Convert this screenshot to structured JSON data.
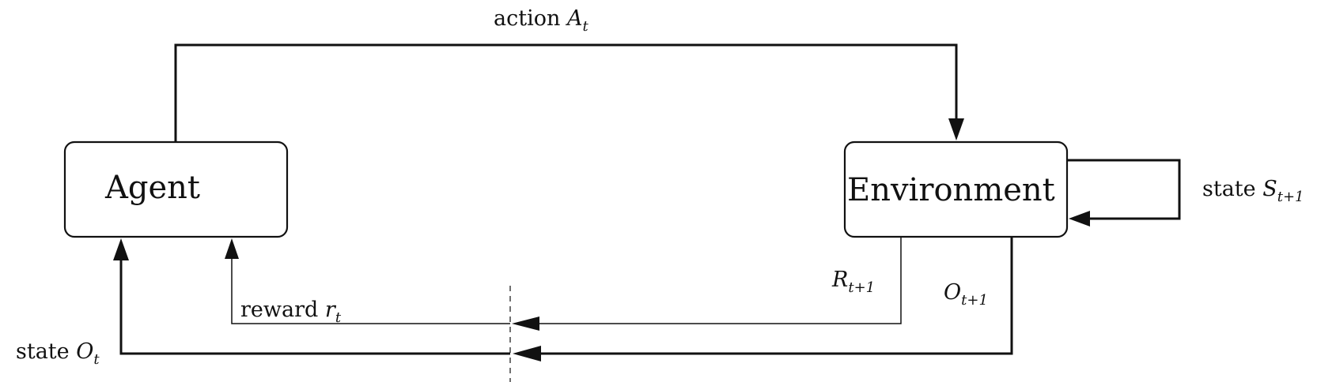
{
  "nodes": {
    "agent": {
      "label": "Agent"
    },
    "environment": {
      "label": "Environment"
    }
  },
  "edges": {
    "action": {
      "word": "action",
      "symbol": "A",
      "subscript": "t"
    },
    "state_loop": {
      "word": "state",
      "symbol": "S",
      "subscript": "t+1"
    },
    "reward_in": {
      "symbol": "R",
      "subscript": "t+1"
    },
    "observation_in": {
      "symbol": "O",
      "subscript": "t+1"
    },
    "reward_out": {
      "word": "reward",
      "symbol": "r",
      "subscript": "t"
    },
    "state_out": {
      "word": "state",
      "symbol": "O",
      "subscript": "t"
    }
  },
  "colors": {
    "stroke": "#111111",
    "background": "#ffffff"
  }
}
